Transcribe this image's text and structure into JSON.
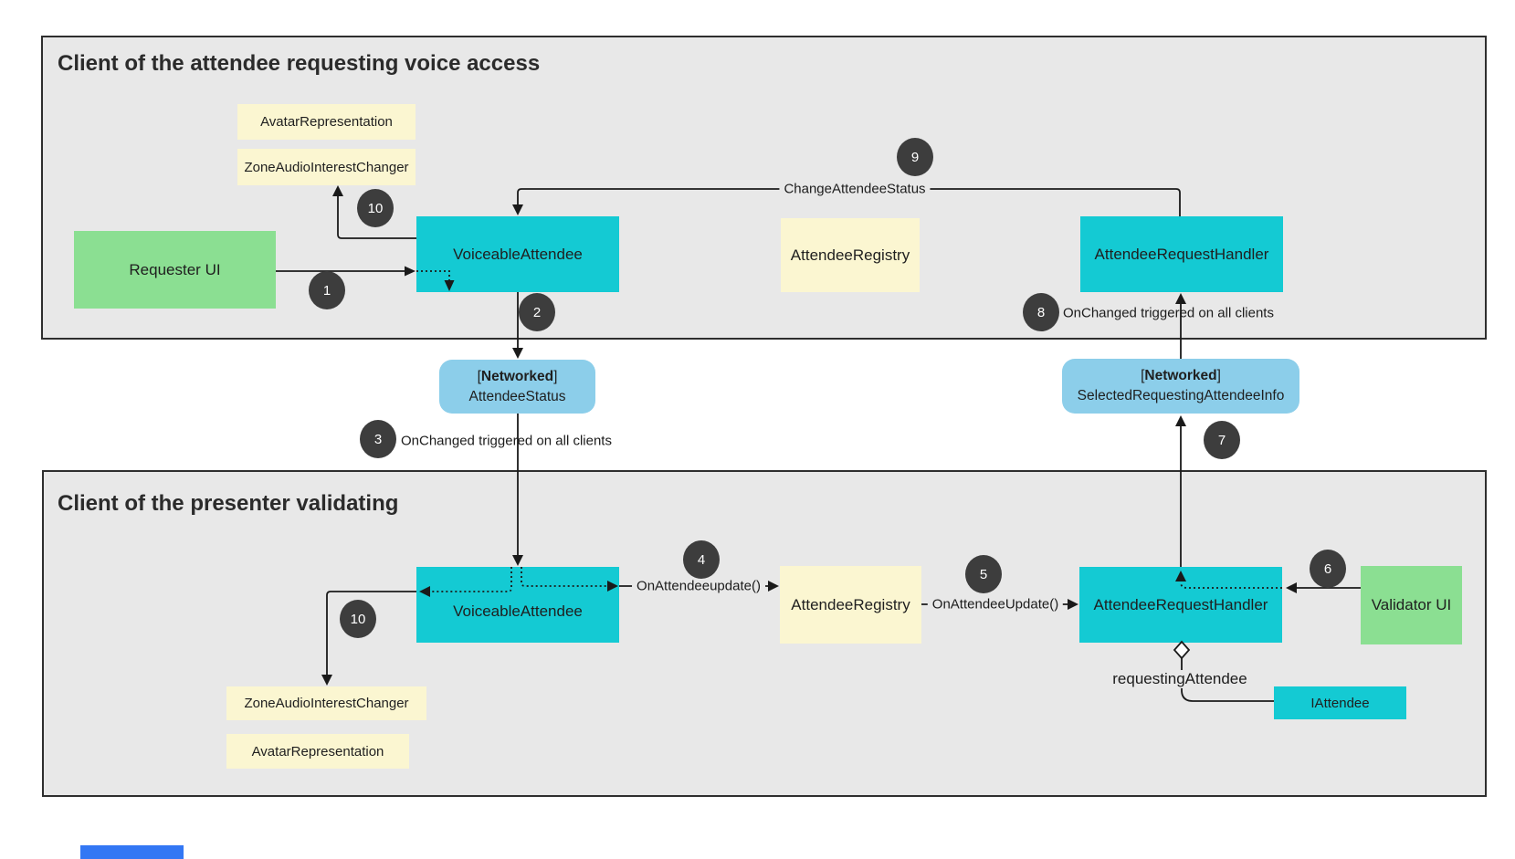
{
  "colors": {
    "page_bg": "#ffffff",
    "panel_bg": "#e8e8e8",
    "panel_border": "#2e2e2e",
    "cyan": "#14cad3",
    "green": "#8bdf92",
    "yellow": "#fbf6d1",
    "skyblue": "#8cceea",
    "badge_bg": "#3d3d3d",
    "badge_text": "#ffffff",
    "line": "#1a1a1a",
    "text": "#212121",
    "blue_bar": "#3377f4"
  },
  "panels": {
    "top": {
      "title": "Client of the attendee requesting voice access"
    },
    "bottom": {
      "title": "Client of the presenter validating"
    }
  },
  "nodes": {
    "avatar_top": {
      "label": "AvatarRepresentation"
    },
    "zone_top": {
      "label": "ZoneAudioInterestChanger"
    },
    "requester_ui": {
      "label": "Requester UI"
    },
    "voiceable_top": {
      "label": "VoiceableAttendee"
    },
    "registry_top": {
      "label": "AttendeeRegistry"
    },
    "handler_top": {
      "label": "AttendeeRequestHandler"
    },
    "networked_status": {
      "bracket_open": "[",
      "keyword": "Networked",
      "bracket_close": "]",
      "label": "AttendeeStatus"
    },
    "networked_selected": {
      "bracket_open": "[",
      "keyword": "Networked",
      "bracket_close": "]",
      "label": "SelectedRequestingAttendeeInfo"
    },
    "voiceable_bottom": {
      "label": "VoiceableAttendee"
    },
    "registry_bottom": {
      "label": "AttendeeRegistry"
    },
    "handler_bottom": {
      "label": "AttendeeRequestHandler"
    },
    "validator_ui": {
      "label": "Validator UI"
    },
    "zone_bottom": {
      "label": "ZoneAudioInterestChanger"
    },
    "avatar_bottom": {
      "label": "AvatarRepresentation"
    },
    "iattendee": {
      "label": "IAttendee"
    }
  },
  "edge_labels": {
    "change_attendee_status": "ChangeAttendeeStatus",
    "on_changed_top": "OnChanged triggered on all clients",
    "on_changed_bottom": "OnChanged triggered on all clients",
    "on_attendee_update_lower": "OnAttendeeupdate()",
    "on_attendee_update_upper": "OnAttendeeUpdate()",
    "requesting_attendee": "requestingAttendee"
  },
  "badges": {
    "b1": "1",
    "b2": "2",
    "b3": "3",
    "b4": "4",
    "b5": "5",
    "b6": "6",
    "b7": "7",
    "b8": "8",
    "b9": "9",
    "b10_top": "10",
    "b10_bottom": "10"
  }
}
